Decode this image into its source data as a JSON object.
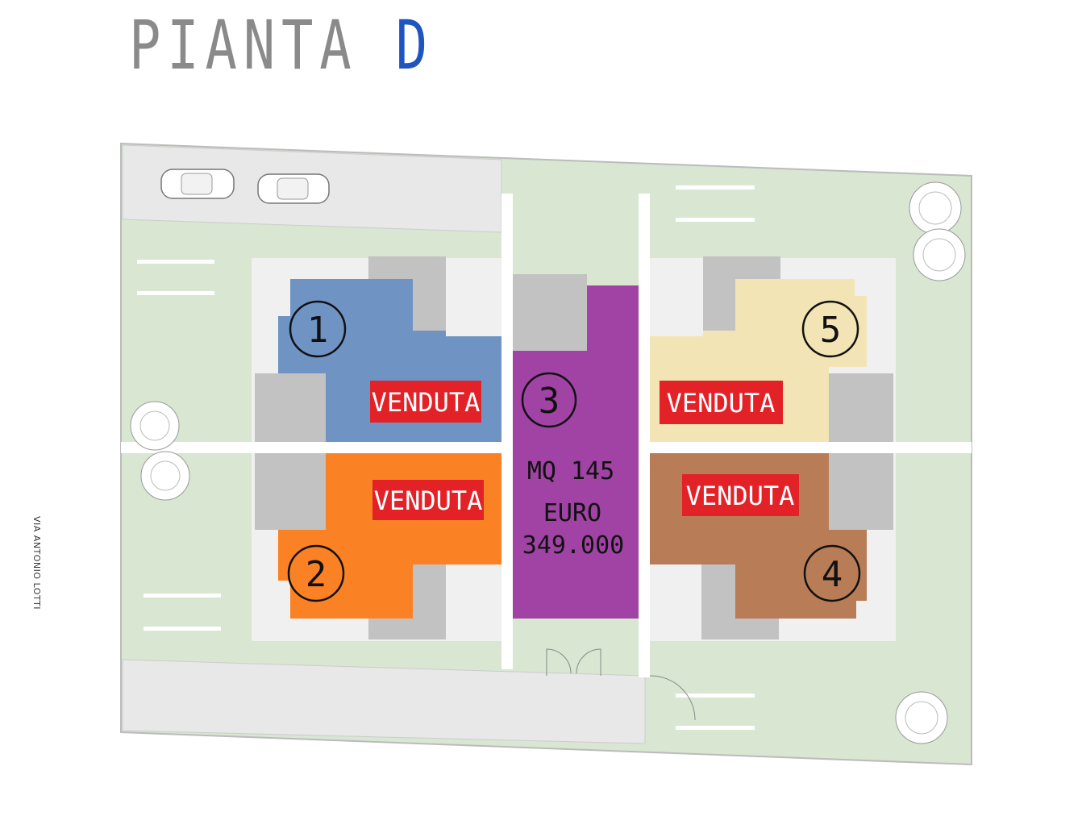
{
  "title": {
    "prefix": "PIANTA",
    "letter": "D"
  },
  "street_label": "VIA ANTONIO LOTTI",
  "units": [
    {
      "number": "1",
      "status": "VENDUTA",
      "color": "#6f94c3"
    },
    {
      "number": "2",
      "status": "VENDUTA",
      "color": "#fb8125"
    },
    {
      "number": "3",
      "status": "",
      "color": "#a043a4",
      "area": "MQ 145",
      "price_label": "EURO",
      "price": "349.000"
    },
    {
      "number": "4",
      "status": "VENDUTA",
      "color": "#b87d57"
    },
    {
      "number": "5",
      "status": "VENDUTA",
      "color": "#f2e4b4"
    }
  ],
  "colors": {
    "lawn": "#d8e6d2",
    "pavement": "#e8e8e8",
    "building_gray": "#c2c2c2",
    "sold_badge": "#e32228",
    "title_letter": "#1f55c0"
  }
}
